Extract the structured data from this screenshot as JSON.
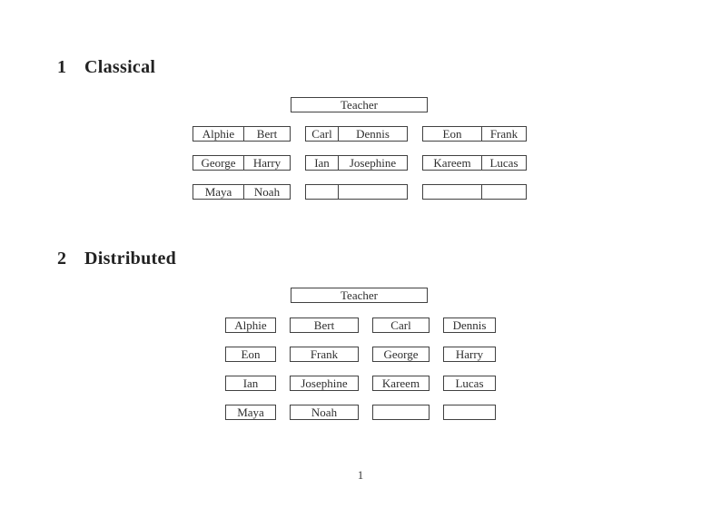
{
  "page": {
    "number": "1"
  },
  "sections": [
    {
      "number": "1",
      "title": "Classical",
      "teacher_label": "Teacher",
      "rows": [
        {
          "groups": [
            {
              "cells": [
                "Alphie",
                "Bert"
              ]
            },
            {
              "cells": [
                "Carl",
                "Dennis"
              ]
            },
            {
              "cells": [
                "Eon",
                "Frank"
              ]
            }
          ]
        },
        {
          "groups": [
            {
              "cells": [
                "George",
                "Harry"
              ]
            },
            {
              "cells": [
                "Ian",
                "Josephine"
              ]
            },
            {
              "cells": [
                "Kareem",
                "Lucas"
              ]
            }
          ]
        },
        {
          "groups": [
            {
              "cells": [
                "Maya",
                "Noah"
              ]
            },
            {
              "cells": [
                "",
                ""
              ]
            },
            {
              "cells": [
                "",
                ""
              ]
            }
          ]
        }
      ]
    },
    {
      "number": "2",
      "title": "Distributed",
      "teacher_label": "Teacher",
      "rows": [
        {
          "cells": [
            "Alphie",
            "Bert",
            "Carl",
            "Dennis"
          ]
        },
        {
          "cells": [
            "Eon",
            "Frank",
            "George",
            "Harry"
          ]
        },
        {
          "cells": [
            "Ian",
            "Josephine",
            "Kareem",
            "Lucas"
          ]
        },
        {
          "cells": [
            "Maya",
            "Noah",
            "",
            ""
          ]
        }
      ]
    }
  ]
}
